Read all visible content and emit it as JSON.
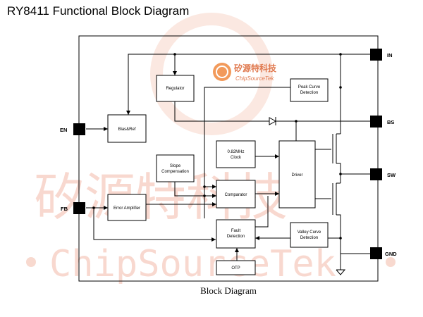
{
  "title": "RY8411 Functional Block Diagram",
  "caption": "Block Diagram",
  "watermark": {
    "cn": "矽源特科技",
    "en": "ChipSourceTek",
    "logo_cn": "矽源特科技",
    "logo_en": "ChipSourceTek",
    "color": "#f3b9a8"
  },
  "pins": {
    "in": "IN",
    "bs": "BS",
    "sw": "SW",
    "gnd": "GND",
    "en": "EN",
    "fb": "FB"
  },
  "blocks": {
    "regulator": "Regulator",
    "bias_ref": "Bias&Ref",
    "peak_curve_1": "Peak Curve",
    "peak_curve_2": "Detection",
    "clock_1": "0.82MHz",
    "clock_2": "Clock",
    "slope_1": "Slope",
    "slope_2": "Compensation",
    "driver": "Driver",
    "comparator": "Comparator",
    "error_amp": "Error Amplifier",
    "fault_1": "Fault",
    "fault_2": "Detection",
    "valley_1": "Valley Curve",
    "valley_2": "Detection",
    "otp": "OTP"
  }
}
